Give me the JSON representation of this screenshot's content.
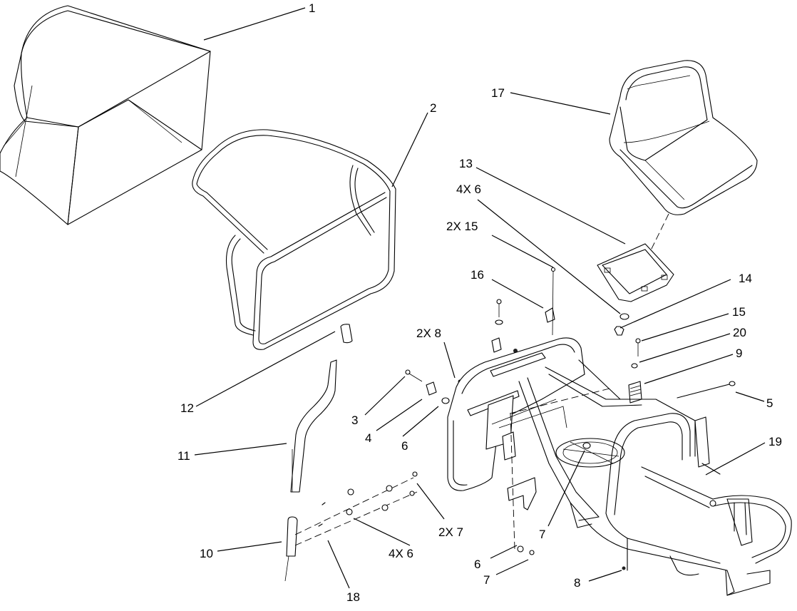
{
  "callouts": [
    {
      "id": "c1",
      "text": "1"
    },
    {
      "id": "c2",
      "text": "2"
    },
    {
      "id": "c3",
      "text": "3"
    },
    {
      "id": "c4",
      "text": "4"
    },
    {
      "id": "c5",
      "text": "5"
    },
    {
      "id": "c6a",
      "text": "6"
    },
    {
      "id": "c6b",
      "text": "6"
    },
    {
      "id": "c7a",
      "text": "7"
    },
    {
      "id": "c7b",
      "text": "7"
    },
    {
      "id": "c8a",
      "text": "8"
    },
    {
      "id": "c9",
      "text": "9"
    },
    {
      "id": "c10",
      "text": "10"
    },
    {
      "id": "c11",
      "text": "11"
    },
    {
      "id": "c12",
      "text": "12"
    },
    {
      "id": "c13",
      "text": "13"
    },
    {
      "id": "c14",
      "text": "14"
    },
    {
      "id": "c15",
      "text": "15"
    },
    {
      "id": "c16",
      "text": "16"
    },
    {
      "id": "c17",
      "text": "17"
    },
    {
      "id": "c18",
      "text": "18"
    },
    {
      "id": "c19",
      "text": "19"
    },
    {
      "id": "c20",
      "text": "20"
    },
    {
      "id": "c2x8",
      "text": "2X 8"
    },
    {
      "id": "c2x15",
      "text": "2X 15"
    },
    {
      "id": "c4x6a",
      "text": "4X 6"
    },
    {
      "id": "c4x6b",
      "text": "4X 6"
    },
    {
      "id": "c2x7",
      "text": "2X 7"
    }
  ]
}
